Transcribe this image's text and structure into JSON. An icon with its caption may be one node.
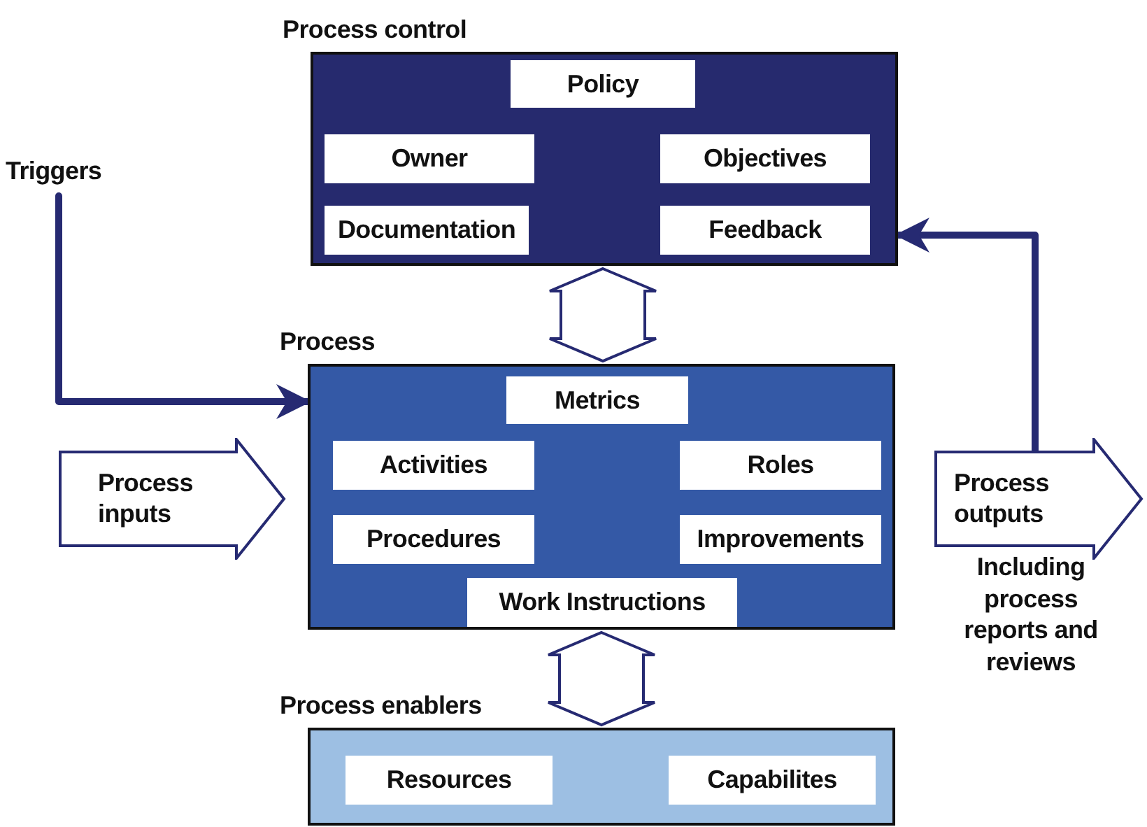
{
  "diagram": {
    "nodes": [
      {
        "text": [
          "Process control"
        ]
      },
      {
        "text": [
          "Policy"
        ],
        "in": 0
      },
      {
        "text": [
          "Owner"
        ],
        "in": 0
      },
      {
        "text": [
          "Objectives"
        ],
        "in": 0
      },
      {
        "text": [
          "Documentation"
        ],
        "in": 0
      },
      {
        "text": [
          "Feedback"
        ],
        "in": 0
      },
      {
        "text": [
          "Process"
        ]
      },
      {
        "text": [
          "Metrics"
        ],
        "in": 6
      },
      {
        "text": [
          "Activities"
        ],
        "in": 6
      },
      {
        "text": [
          "Roles"
        ],
        "in": 6
      },
      {
        "text": [
          "Procedures"
        ],
        "in": 6
      },
      {
        "text": [
          "Improvements"
        ],
        "in": 6
      },
      {
        "text": [
          "Work Instructions"
        ],
        "in": 6
      },
      {
        "text": [
          "Process enablers"
        ]
      },
      {
        "text": [
          "Resources"
        ],
        "in": 13
      },
      {
        "text": [
          "Capabilites"
        ],
        "in": 13
      },
      {
        "text": [
          "Triggers"
        ]
      },
      {
        "text": [
          "Process inputs"
        ]
      },
      {
        "text": [
          "Process outputs"
        ],
        "beside": [
          "Including process reports and reviews"
        ]
      }
    ],
    "edges": [
      {
        "from": 0,
        "to": 6,
        "arrow": "both",
        "style": "thick"
      },
      {
        "from": 6,
        "to": 13,
        "arrow": "both",
        "style": "thick"
      },
      {
        "from": 16,
        "to": 6,
        "arrow": "to"
      },
      {
        "from": 18,
        "to": 0,
        "arrow": "to"
      }
    ]
  }
}
